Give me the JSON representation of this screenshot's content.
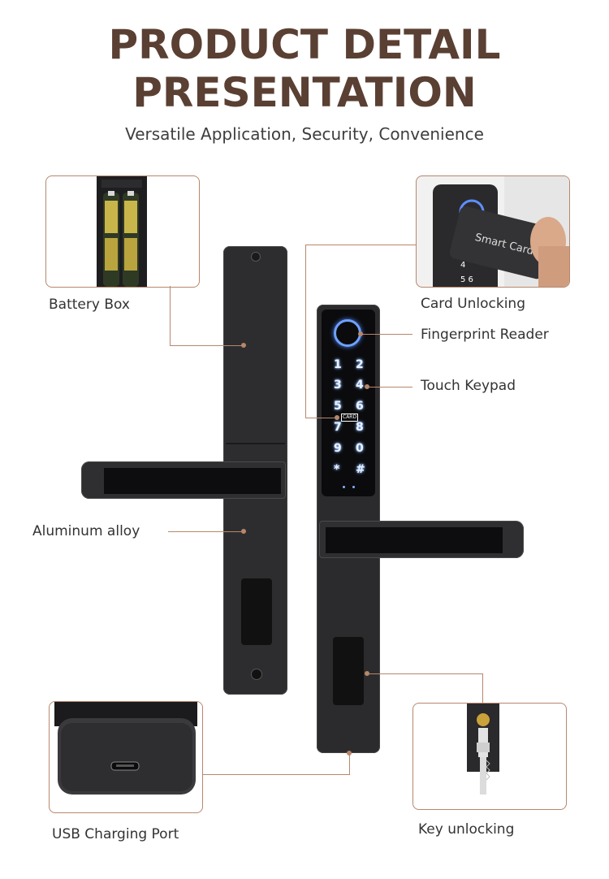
{
  "header": {
    "title_line1": "PRODUCT DETAIL",
    "title_line2": "PRESENTATION",
    "subtitle": "Versatile Application, Security, Convenience"
  },
  "callouts": {
    "battery_box": "Battery Box",
    "card_unlocking": "Card Unlocking",
    "fingerprint_reader": "Fingerprint Reader",
    "touch_keypad": "Touch Keypad",
    "aluminum_alloy": "Aluminum alloy",
    "usb_charging_port": "USB Charging Port",
    "key_unlocking": "Key unlocking"
  },
  "keypad": {
    "keys": [
      "1",
      "2",
      "3",
      "4",
      "5",
      "6",
      "7",
      "8",
      "9",
      "0",
      "*",
      "#"
    ],
    "card_label": "CARD"
  },
  "smart_card": {
    "text": "Smart Card"
  },
  "colors": {
    "title": "#5a3f33",
    "accent": "#b7876c",
    "lock_body": "#2b2b2d",
    "key_glow": "#7fb2ff"
  }
}
